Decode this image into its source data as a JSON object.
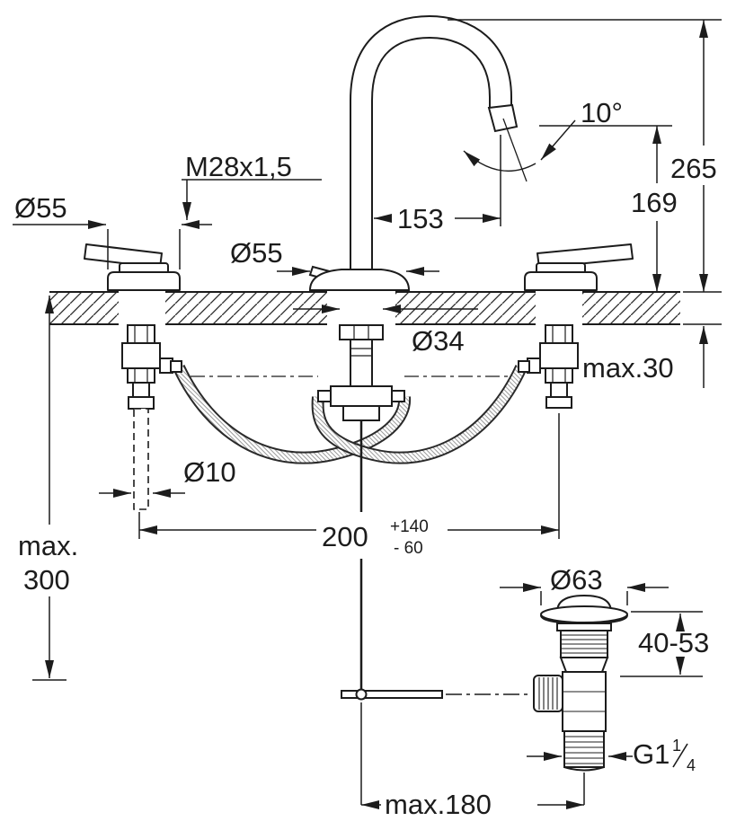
{
  "drawing": {
    "kind": "technical-dimension-drawing",
    "subject": "three-hole-basin-mixer-with-pop-up-waste",
    "colors": {
      "ink": "#1c1c1c",
      "paper": "#ffffff",
      "braid": "#9a9a9a"
    },
    "labels": {
      "dia55_left": "Ø55",
      "thread_top": "M28x1,5",
      "spout_reach": "153",
      "dia55_center": "Ø55",
      "spout_angle": "10°",
      "height_total": "265",
      "height_outlet": "169",
      "dia34": "Ø34",
      "max_deck": "max.30",
      "dia10": "Ø10",
      "hole_distance": "200",
      "hole_distance_plus": "+140",
      "hole_distance_minus": "- 60",
      "max_below_1": "max.",
      "max_below_2": "300",
      "dia63": "Ø63",
      "waste_adjust": "40-53",
      "waste_thread": "G1",
      "waste_thread_sup": "1",
      "waste_thread_sub": "4",
      "waste_reach": "max.180"
    }
  }
}
